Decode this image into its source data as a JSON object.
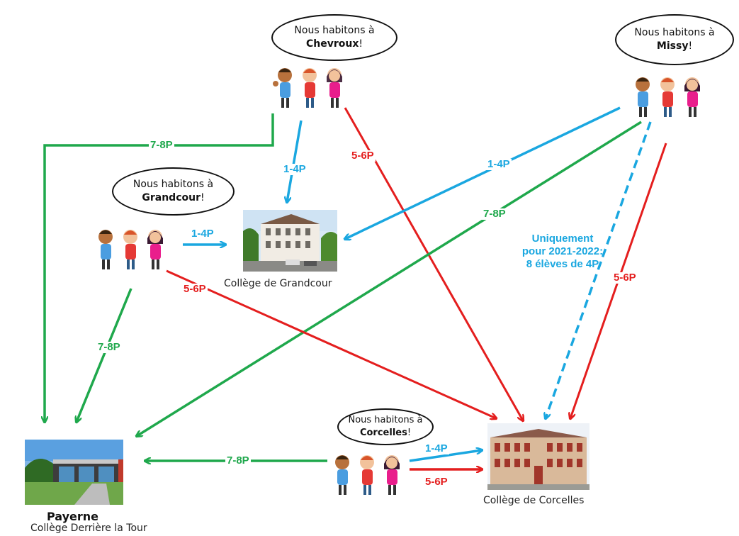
{
  "colors": {
    "blue": "#1aa7e0",
    "green": "#1fa84c",
    "red": "#e41e1e"
  },
  "bubbles": {
    "chevroux": {
      "line1": "Nous habitons à",
      "place": "Chevroux",
      "end": "!"
    },
    "missy": {
      "line1": "Nous habitons à",
      "place": "Missy",
      "end": "!"
    },
    "grandcour": {
      "line1": "Nous habitons à",
      "place": "Grandcour",
      "end": "!"
    },
    "corcelles": {
      "line1": "Nous habitons à",
      "place": "Corcelles",
      "end": "!"
    }
  },
  "labels": {
    "chev_78": "7-8P",
    "chev_14": "1-4P",
    "chev_56": "5-6P",
    "missy_14": "1-4P",
    "missy_78": "7-8P",
    "missy_56": "5-6P",
    "grand_14": "1-4P",
    "grand_56": "5-6P",
    "grand_78": "7-8P",
    "corc_78": "7-8P",
    "corc_14": "1-4P",
    "corc_56": "5-6P"
  },
  "note": {
    "line1": "Uniquement",
    "line2": "pour 2021-2022:",
    "line3": "8 élèves de 4P"
  },
  "schools": {
    "grandcour": "Collège de Grandcour",
    "corcelles": "Collège de Corcelles",
    "payerne_title": "Payerne",
    "payerne_sub": "Collège Derrière la Tour"
  }
}
